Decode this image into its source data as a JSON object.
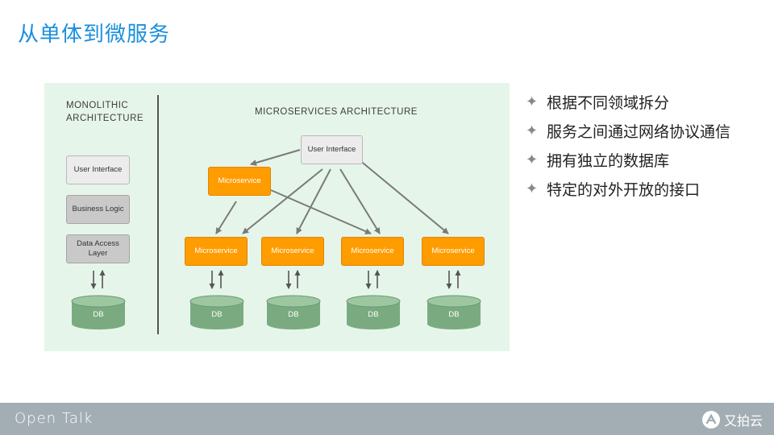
{
  "slide": {
    "title": "从单体到微服务"
  },
  "diagram": {
    "monolithic_heading_line1": "MONOLITHIC",
    "monolithic_heading_line2": "ARCHITECTURE",
    "microservices_heading": "MICROSERVICES ARCHITECTURE",
    "mono_layers": [
      "User Interface",
      "Business Logic",
      "Data Access",
      "Layer"
    ],
    "ms_user_interface": "User Interface",
    "microservice_label": "Microservice",
    "db_label": "DB"
  },
  "bullets": [
    "根据不同领域拆分",
    "服务之间通过网络协议通信",
    "拥有独立的数据库",
    "特定的对外开放的接口"
  ],
  "footer": {
    "left_text": "Open Talk",
    "brand": "又拍云"
  },
  "colors": {
    "title": "#1a8fdd",
    "diagram_bg": "#e6f5ea",
    "microservice": "#ff9c00",
    "db": "#7aab80",
    "footer_bg": "#a3adb4"
  }
}
